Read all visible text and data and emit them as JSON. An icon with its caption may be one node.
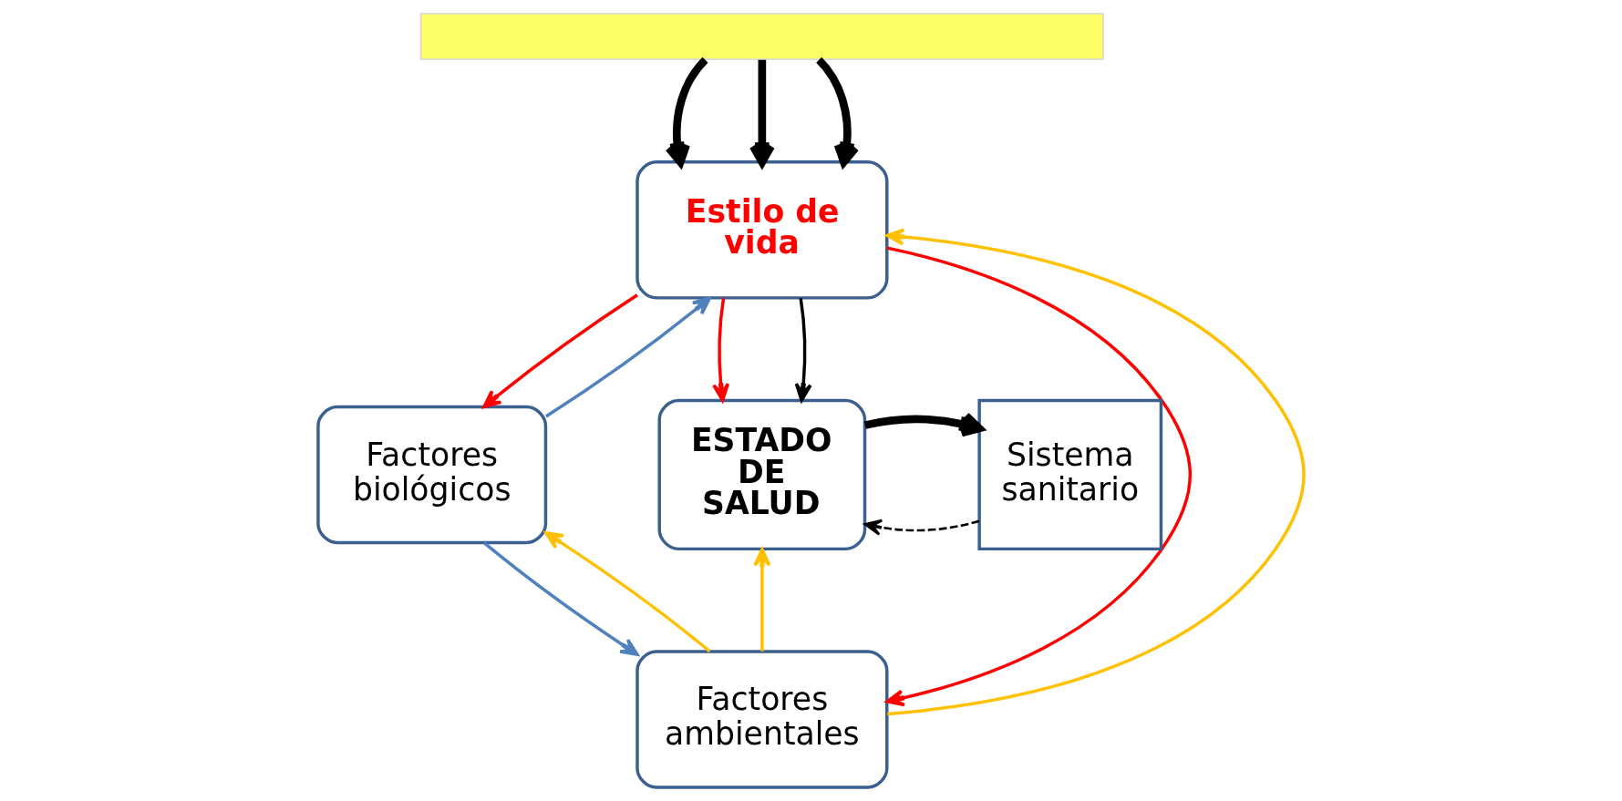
{
  "diagram": {
    "nodes": [
      {
        "text": [],
        "shape": "box"
      },
      {
        "text": [
          "Estilo de vida"
        ]
      },
      {
        "text": [
          "Factores biológicos"
        ]
      },
      {
        "text": [
          "ESTADO DE SALUD"
        ]
      },
      {
        "text": [
          "Sistema sanitario"
        ]
      },
      {
        "text": [
          "Factores ambientales"
        ]
      }
    ],
    "edges": [
      {
        "from": 0,
        "to": 1,
        "arrow": "to",
        "style": "thick"
      },
      {
        "from": 0,
        "to": 1,
        "arrow": "to",
        "style": "thick"
      },
      {
        "from": 0,
        "to": 1,
        "arrow": "to",
        "style": "thick"
      },
      {
        "from": 2,
        "to": 1,
        "arrow": "to",
        "color": "#4f81bd"
      },
      {
        "from": 1,
        "to": 2,
        "arrow": "to",
        "color": "#ff0000"
      },
      {
        "from": 1,
        "to": 3,
        "arrow": "to",
        "color": "#ff0000"
      },
      {
        "from": 1,
        "to": 5,
        "arrow": "to",
        "color": "#ff0000"
      },
      {
        "from": 1,
        "to": 3,
        "arrow": "to"
      },
      {
        "from": 2,
        "to": 5,
        "arrow": "to",
        "color": "#4f81bd"
      },
      {
        "from": 5,
        "to": 1,
        "arrow": "to",
        "color": "#ffc000"
      },
      {
        "from": 5,
        "to": 2,
        "arrow": "to",
        "color": "#ffc000"
      },
      {
        "from": 5,
        "to": 3,
        "arrow": "to",
        "color": "#ffc000"
      },
      {
        "from": 4,
        "to": 3,
        "arrow": "to",
        "style": "dashed"
      },
      {
        "from": 3,
        "to": 4,
        "arrow": "to",
        "style": "thick"
      }
    ]
  }
}
